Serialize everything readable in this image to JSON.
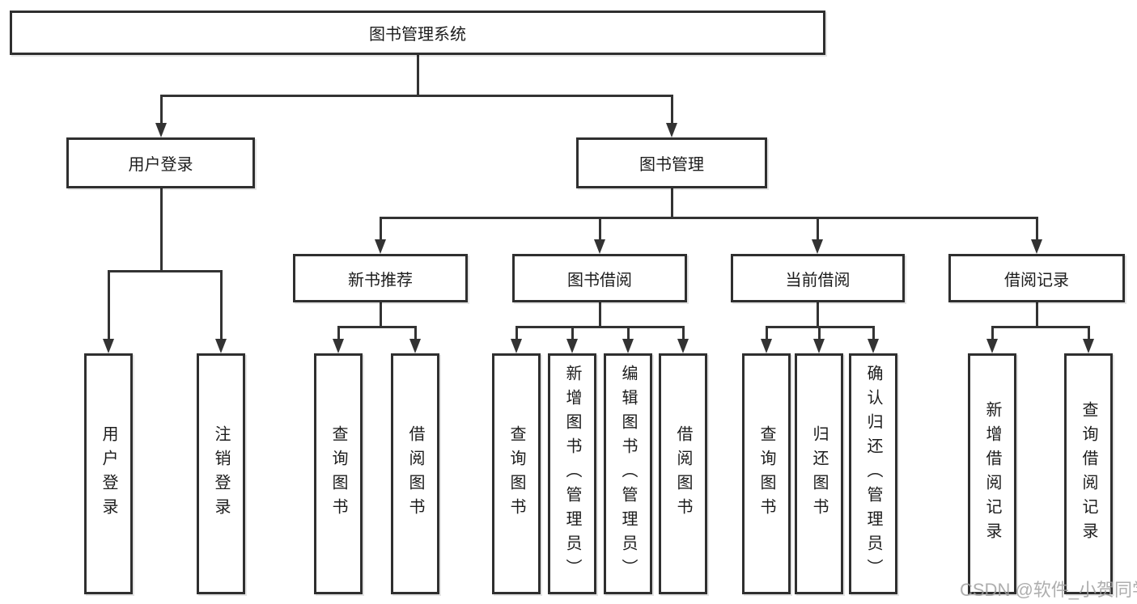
{
  "tree": {
    "root": {
      "label": "图书管理系统",
      "children": [
        {
          "label": "用户登录",
          "children": [
            {
              "label": "用户登录"
            },
            {
              "label": "注销登录"
            }
          ]
        },
        {
          "label": "图书管理",
          "children": [
            {
              "label": "新书推荐",
              "children": [
                {
                  "label": "查询图书"
                },
                {
                  "label": "借阅图书"
                }
              ]
            },
            {
              "label": "图书借阅",
              "children": [
                {
                  "label": "查询图书"
                },
                {
                  "label": "新增图书（管理员）"
                },
                {
                  "label": "编辑图书（管理员）"
                },
                {
                  "label": "借阅图书"
                }
              ]
            },
            {
              "label": "当前借阅",
              "children": [
                {
                  "label": "查询图书"
                },
                {
                  "label": "归还图书"
                },
                {
                  "label": "确认归还（管理员）"
                }
              ]
            },
            {
              "label": "借阅记录",
              "children": [
                {
                  "label": "新增借阅记录"
                },
                {
                  "label": "查询借阅记录"
                }
              ]
            }
          ]
        }
      ]
    }
  },
  "watermark": {
    "text": "CSDN @软件_小贺同学"
  },
  "colors": {
    "line": "#333333",
    "border": "#2f2f2f",
    "text": "#1c1c1c",
    "background": "#ffffff",
    "watermark": "#a0a0a0"
  }
}
